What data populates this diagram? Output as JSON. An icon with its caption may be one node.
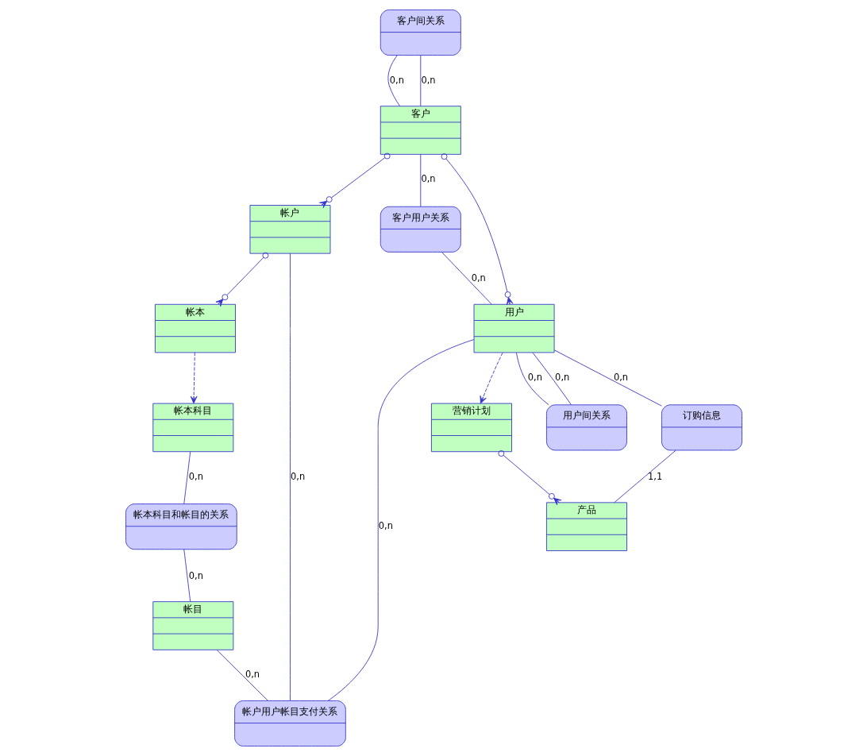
{
  "diagram": {
    "nodes": [
      {
        "text": [
          "客户间关系"
        ]
      },
      {
        "text": [
          "帐本科目"
        ]
      },
      {
        "text": [
          "帐本科目和帐目的关系"
        ]
      },
      {
        "text": [
          "客户"
        ]
      },
      {
        "text": [
          "帐户"
        ]
      },
      {
        "text": [
          "帐本"
        ]
      },
      {
        "text": [
          "帐目"
        ]
      },
      {
        "text": [
          "客户用户关系"
        ]
      },
      {
        "text": [
          "用户"
        ]
      },
      {
        "text": [
          "帐户用户帐目支付关系"
        ]
      },
      {
        "text": [
          "营销计划"
        ]
      },
      {
        "text": [
          "用户间关系"
        ]
      },
      {
        "text": [
          "订购信息"
        ]
      },
      {
        "text": [
          "产品"
        ]
      }
    ],
    "edges": [
      {
        "from": 0,
        "to": 3,
        "arrow": "none",
        "label": "0,n"
      },
      {
        "from": 0,
        "to": 3,
        "arrow": "none",
        "label": "0,n"
      },
      {
        "from": 1,
        "to": 2,
        "arrow": "none",
        "label": "0,n"
      },
      {
        "from": 3,
        "to": 4,
        "arrow": "other"
      },
      {
        "from": 4,
        "to": 5,
        "arrow": "other"
      },
      {
        "from": 5,
        "to": 1,
        "arrow": "to",
        "style": "dashed"
      },
      {
        "from": 2,
        "to": 6,
        "arrow": "none",
        "label": "0,n"
      },
      {
        "from": 3,
        "to": 7,
        "arrow": "none",
        "label": "0,n"
      },
      {
        "from": 3,
        "to": 8,
        "arrow": "other"
      },
      {
        "from": 4,
        "to": 9,
        "arrow": "none",
        "label": "0,n"
      },
      {
        "from": 6,
        "to": 9,
        "arrow": "none",
        "label": "0,n"
      },
      {
        "from": 7,
        "to": 8,
        "arrow": "none",
        "label": "0,n"
      },
      {
        "from": 8,
        "to": 9,
        "arrow": "none",
        "label": "0,n"
      },
      {
        "from": 8,
        "to": 10,
        "arrow": "to",
        "style": "dashed"
      },
      {
        "from": 8,
        "to": 11,
        "arrow": "none",
        "label": "0,n"
      },
      {
        "from": 8,
        "to": 11,
        "arrow": "none",
        "label": "0,n"
      },
      {
        "from": 8,
        "to": 12,
        "arrow": "none",
        "label": "0,n"
      },
      {
        "from": 10,
        "to": 13,
        "arrow": "other"
      },
      {
        "from": 12,
        "to": 13,
        "arrow": "none",
        "label": "1,1"
      }
    ]
  }
}
